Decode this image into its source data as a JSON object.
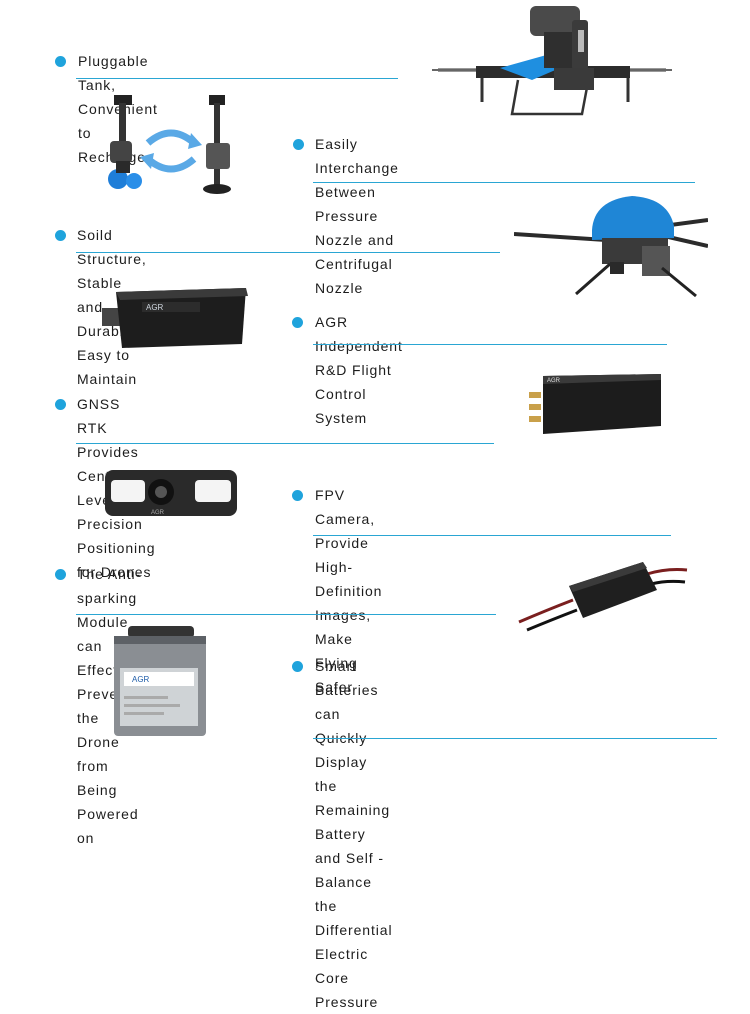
{
  "features": [
    {
      "lines": [
        "Pluggable Tank, Convenient to Recharge"
      ]
    },
    {
      "lines": [
        "Easily Interchange Between Pressure Nozzle and",
        "Centrifugal Nozzle"
      ]
    },
    {
      "lines": [
        "Soild Structure, Stable and Durable, Easy to Maintain"
      ]
    },
    {
      "lines": [
        "AGR Independent R&D Flight Control System"
      ]
    },
    {
      "lines": [
        "GNSS RTK Provides Centimeter Level High Precision",
        "Positioning for Drones"
      ]
    },
    {
      "lines": [
        "FPV Camera, Provide High-Definition Images,",
        "Make Flying Safer"
      ]
    },
    {
      "lines": [
        "The Anti-sparking Module can Effectively Prevent the",
        "Drone from Being Powered on"
      ]
    },
    {
      "lines": [
        "Smart Batteries can Quickly Display the Remaining",
        "Battery and Self - Balance the Differential Electric",
        "Core Pressure"
      ]
    }
  ],
  "accent_color": "#1fa3dc",
  "device_labels": {
    "flight_controller": "AGR",
    "rtk_module": "AGR",
    "camera": "AGR",
    "battery": "AGR"
  }
}
